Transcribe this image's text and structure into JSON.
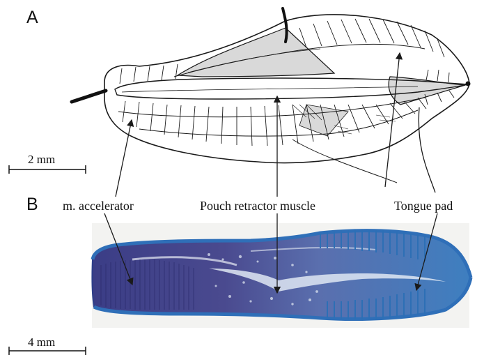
{
  "panels": [
    {
      "letter": "A",
      "scale_label": "2 mm"
    },
    {
      "letter": "B",
      "scale_label": "4 mm"
    }
  ],
  "labels": {
    "accelerator": "m. accelerator",
    "retractor": "Pouch retractor muscle",
    "tongue_pad": "Tongue pad"
  },
  "colors": {
    "line": "#1a1a1a",
    "shade": "#d9d9d9",
    "stain_dark": "#3b3d86",
    "stain_blue": "#3e7fc0",
    "stain_light": "#dfe8f3"
  }
}
